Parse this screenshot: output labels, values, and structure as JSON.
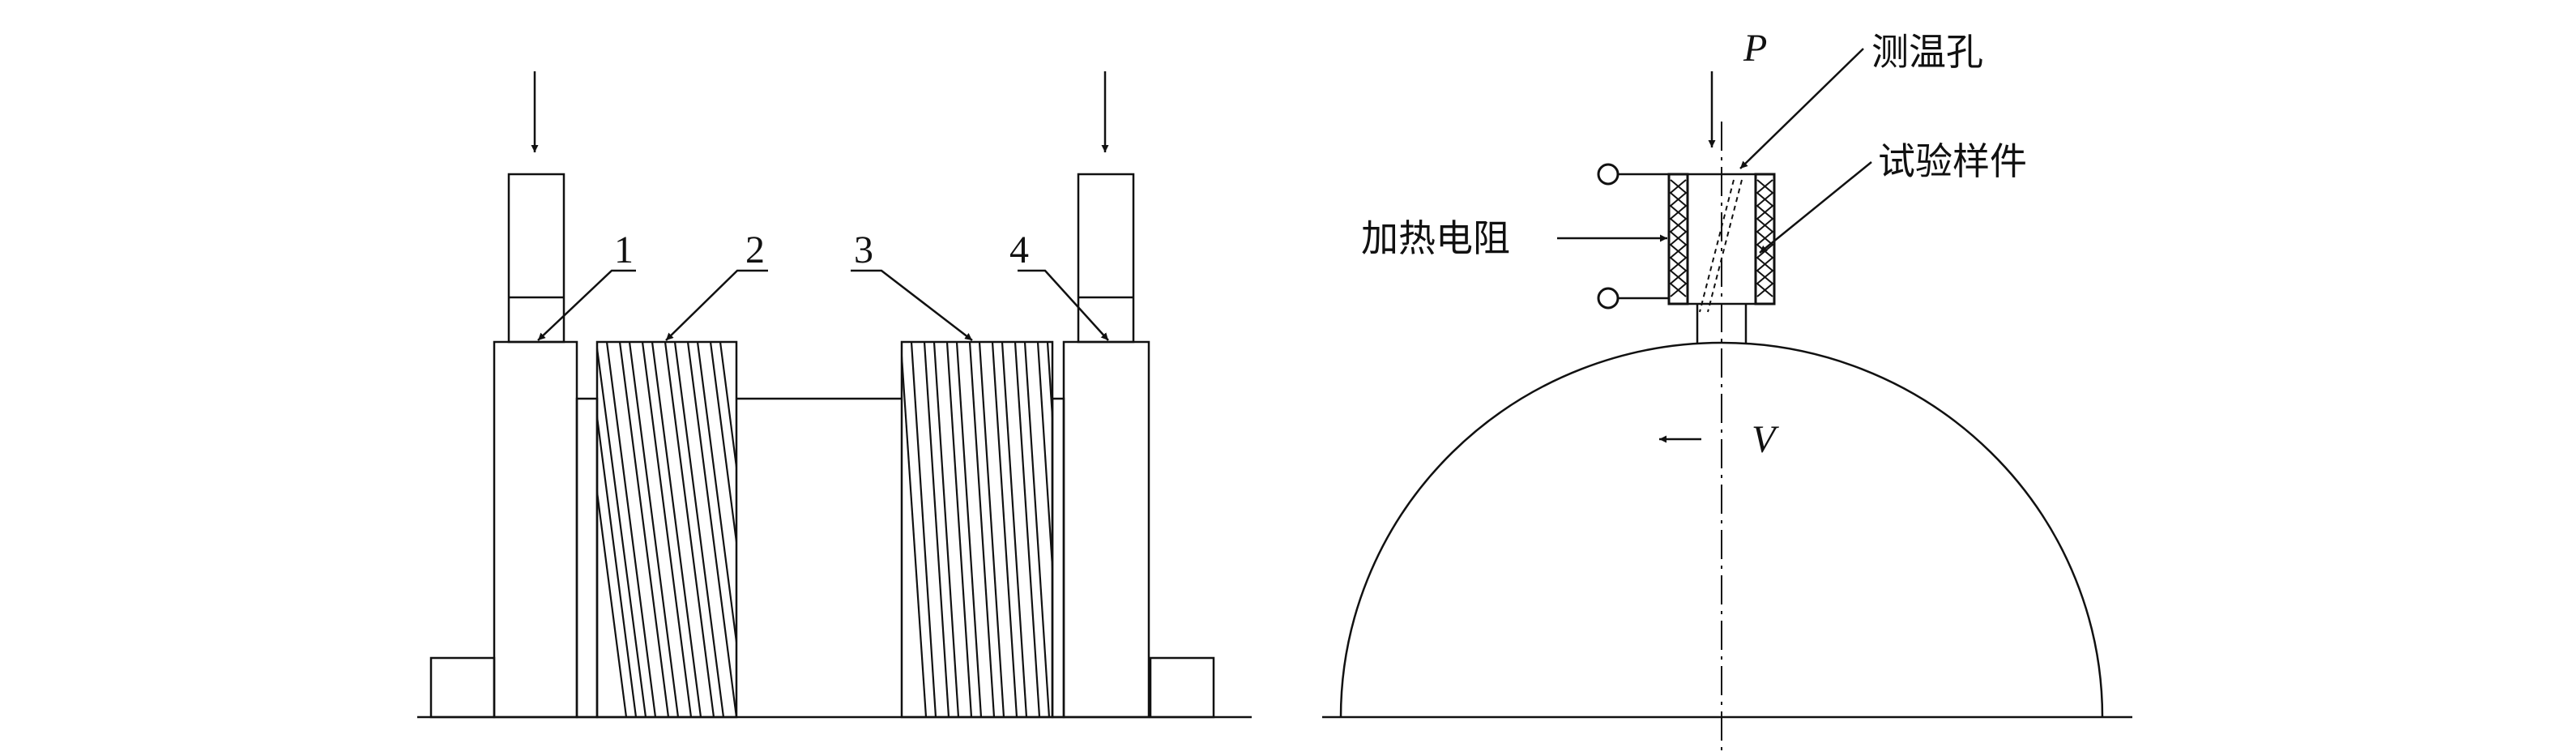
{
  "left_figure": {
    "labels": [
      "1",
      "2",
      "3",
      "4"
    ]
  },
  "right_figure": {
    "load_label": "P",
    "velocity_label": "V",
    "thermo_hole_label": "测温孔",
    "specimen_label": "试验样件",
    "heater_label": "加热电阻"
  }
}
